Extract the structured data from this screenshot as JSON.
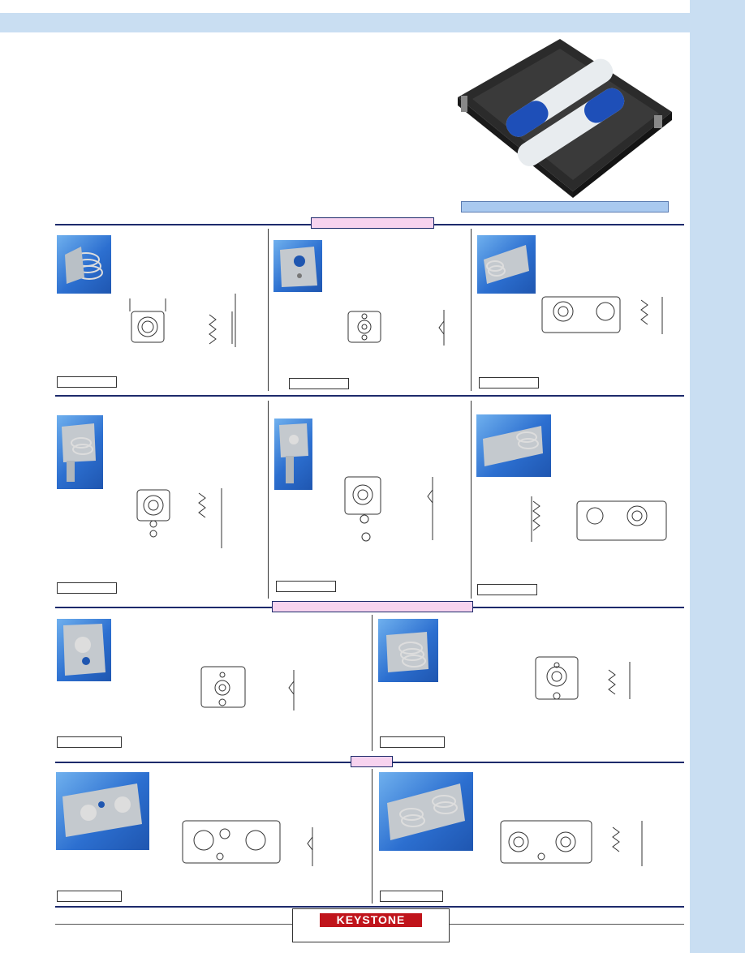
{
  "header": {
    "logo_text": "KEYSTONE"
  },
  "sections": {
    "section1_label": "",
    "section2_label": "",
    "section3_label": "",
    "hero_caption": ""
  },
  "captions": {
    "c1": "",
    "c2": "",
    "c3": "",
    "c4": "",
    "c5": "",
    "c6": "",
    "c7": "",
    "c8": "",
    "c9": "",
    "c10": ""
  },
  "icons": [
    "battery-holder-photo",
    "spring-contact-photo",
    "flat-contact-photo",
    "dual-contact-photo"
  ],
  "colors": {
    "accent_blue": "#c9def2",
    "pink_label": "#f7d3ef",
    "rule": "#1d2a6b",
    "logo_red": "#c0141b"
  }
}
